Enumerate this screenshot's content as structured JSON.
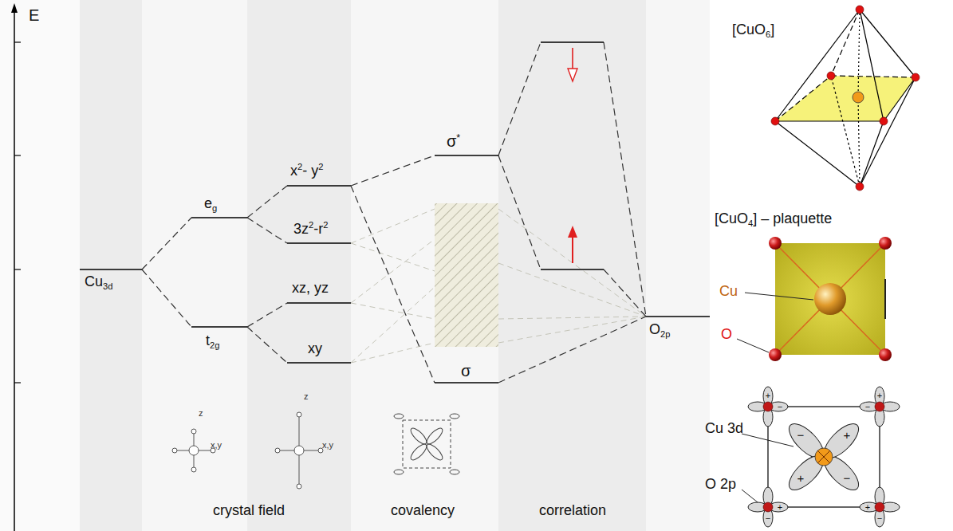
{
  "diagram": {
    "labels": [
      "E",
      "Cu",
      "3d",
      "e",
      "g",
      "t",
      "2g",
      "x",
      "2",
      "- y",
      "2",
      "3z",
      "2",
      "-r",
      "2",
      "xz, yz",
      "xy",
      "σ",
      "*",
      "σ",
      "O",
      "2p",
      "crystal field",
      "covalency",
      "correlation",
      "[CuO",
      "6",
      "]",
      "[CuO",
      "4",
      "] – plaquette",
      "Cu",
      "O",
      "Cu 3d",
      "O 2p",
      "z",
      "x,y",
      "z",
      "x,y",
      "−",
      "+",
      "+",
      "−",
      "−",
      "+",
      "−",
      "+",
      "+",
      "−",
      "+",
      "−"
    ]
  }
}
